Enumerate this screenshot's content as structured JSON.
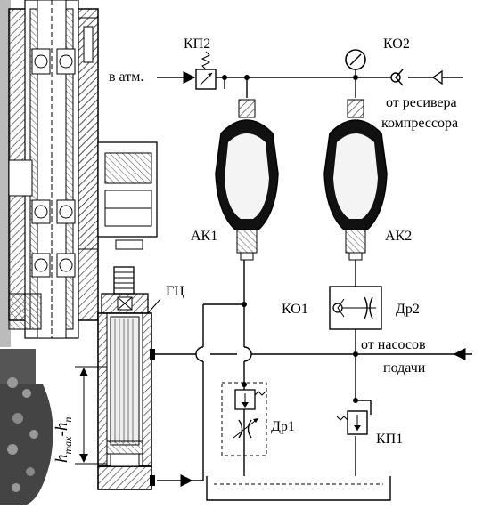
{
  "labels": {
    "kp2": "КП2",
    "ko2": "КО2",
    "to_atm": "в атм.",
    "from_receiver": "от ресивера",
    "compressor": "компрессора",
    "ak1": "АК1",
    "ak2": "АК2",
    "gc": "ГЦ",
    "ko1": "КО1",
    "dr2": "Др2",
    "from_pumps": "от насосов",
    "feed": "подачи",
    "dr1": "Др1",
    "kp1": "КП1",
    "stroke_h": "h",
    "stroke_max": "max",
    "stroke_minus": "-h",
    "stroke_n": "n"
  },
  "colors": {
    "line": "#000000",
    "hatch": "#555555",
    "bladder": "#111111",
    "rock": "#3a3a3a"
  }
}
